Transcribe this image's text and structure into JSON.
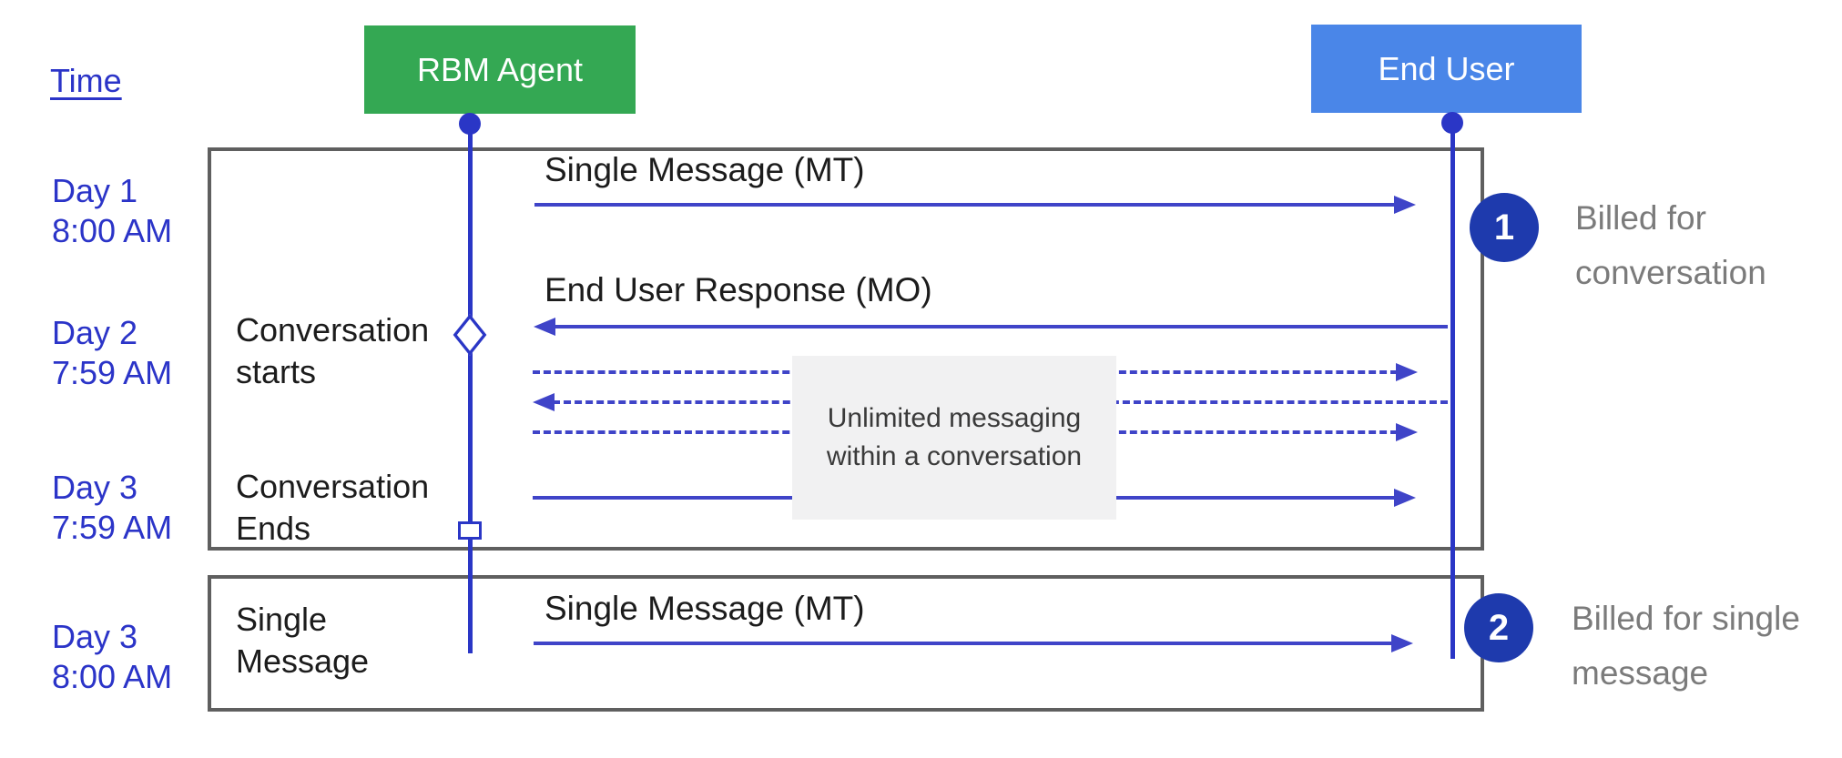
{
  "header": {
    "time_label": "Time",
    "agent": "RBM Agent",
    "end_user": "End User"
  },
  "timeline": [
    {
      "day": "Day 1",
      "time": "8:00 AM"
    },
    {
      "day": "Day 2",
      "time": "7:59 AM"
    },
    {
      "day": "Day 3",
      "time": "7:59 AM"
    },
    {
      "day": "Day 3",
      "time": "8:00 AM"
    }
  ],
  "conversation_section": {
    "messages": {
      "mt": "Single Message (MT)",
      "mo": "End User Response (MO)"
    },
    "lifeline_events": {
      "starts": "Conversation starts",
      "ends": "Conversation Ends"
    },
    "note": {
      "text": "Unlimited messaging within a conversation"
    }
  },
  "single_message_section": {
    "label": "Single Message",
    "message": "Single Message (MT)"
  },
  "annotations": [
    {
      "number": "1",
      "text": "Billed for conversation"
    },
    {
      "number": "2",
      "text": "Billed for single message"
    }
  ],
  "colors": {
    "label-blue": "#2b34c8",
    "line-blue": "#2a36c6",
    "arrow-blue": "#3f44c8",
    "badge-blue": "#1e3aad",
    "green": "#34a853",
    "blue-box": "#4a86e8",
    "border-gray": "#5f5f5f",
    "gray-text": "#7b7b7b",
    "note-bg": "#f1f1f2",
    "ink": "#1c1c1c"
  }
}
